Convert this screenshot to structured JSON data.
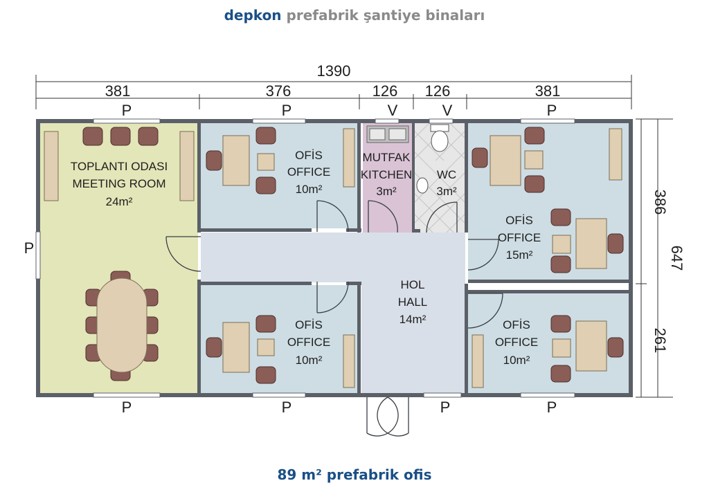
{
  "header": {
    "brand": "depkon",
    "subtitle": "prefabrik şantiye binaları"
  },
  "footer": {
    "caption": "89 m² prefabrik ofis"
  },
  "dimensions": {
    "total_width": "1390",
    "segments": [
      "381",
      "376",
      "126",
      "126",
      "381"
    ],
    "total_depth": "647",
    "depth_segments": [
      "386",
      "261"
    ]
  },
  "window_labels": {
    "window": "P",
    "vent": "V"
  },
  "rooms": {
    "meeting": {
      "line1": "TOPLANTI ODASI",
      "line2": "MEETING ROOM",
      "area": "24m²"
    },
    "office_top_left": {
      "line1": "OFİS",
      "line2": "OFFICE",
      "area": "10m²"
    },
    "kitchen": {
      "line1": "MUTFAK",
      "line2": "KITCHEN",
      "area": "3m²"
    },
    "wc": {
      "line1": "WC",
      "area": "3m²"
    },
    "office_top_right": {
      "line1": "OFİS",
      "line2": "OFFICE",
      "area": "15m²"
    },
    "hall": {
      "line1": "HOL",
      "line2": "HALL",
      "area": "14m²"
    },
    "office_bottom_left": {
      "line1": "OFİS",
      "line2": "OFFICE",
      "area": "10m²"
    },
    "office_bottom_right": {
      "line1": "OFİS",
      "line2": "OFFICE",
      "area": "10m²"
    }
  },
  "colors": {
    "meeting_floor": "#e3e6b8",
    "office_floor": "#cddde3",
    "hall_floor": "#d8dfe8",
    "kitchen_floor": "#d9c3d5",
    "wc_floor": "#e7e7e7",
    "wall": "#5b6068",
    "furniture": "#e0cfb2",
    "chair": "#8a5d57",
    "brand": "#1a4f86"
  }
}
